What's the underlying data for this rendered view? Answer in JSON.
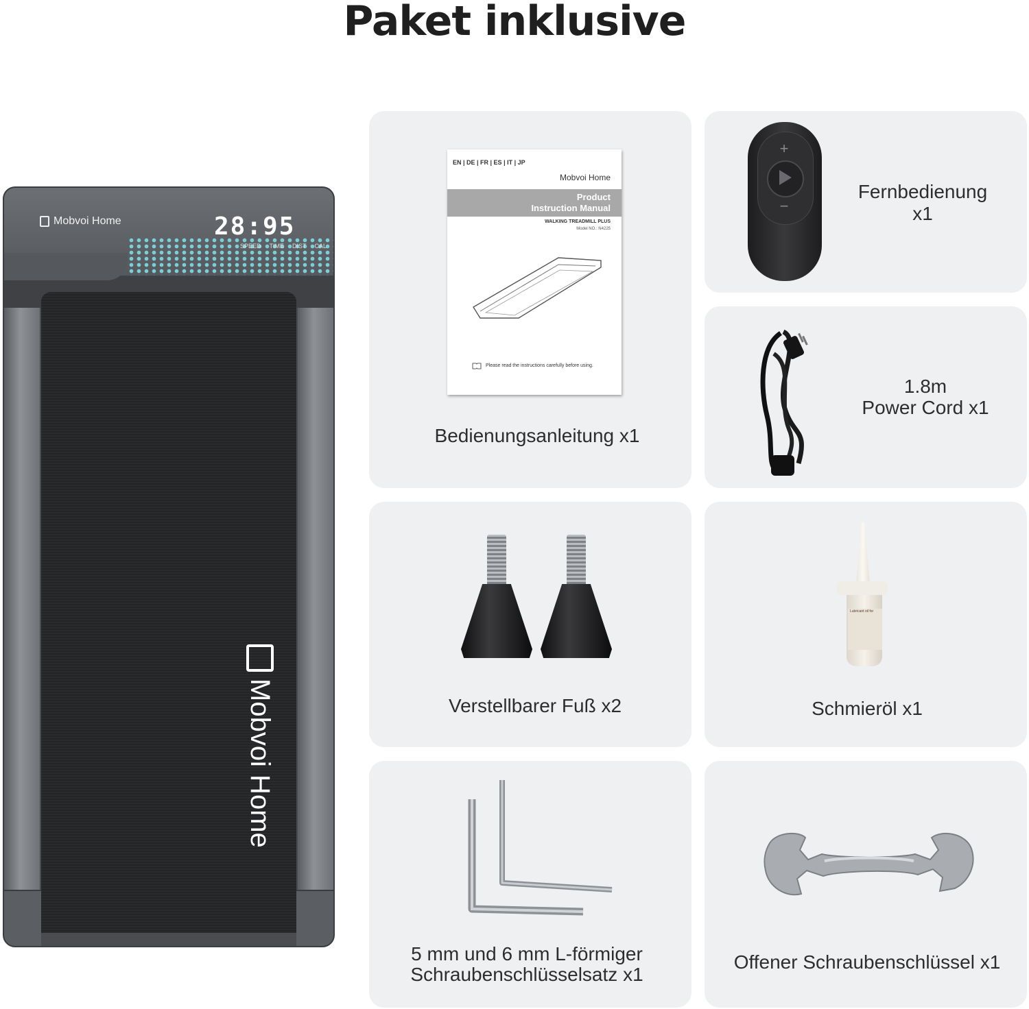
{
  "page": {
    "title": "Paket inklusive"
  },
  "treadmill": {
    "brand_console": "Mobvoi Home",
    "display_digits": "28:95",
    "indicators": [
      "SPEED",
      "TIME",
      "DIST",
      "CAL"
    ],
    "brand_belt": "Mobvoi Home"
  },
  "items": {
    "manual": {
      "label": "Bedienungsanleitung x1",
      "languages": "EN | DE | FR | ES | IT | JP",
      "brand": "Mobvoi Home",
      "title_line1": "Product",
      "title_line2": "Instruction Manual",
      "subtitle": "WALKING TREADMILL PLUS",
      "model": "Model NO.: N4225",
      "footer": "Please read the instructions carefully before using."
    },
    "remote": {
      "label_line1": "Fernbedienung",
      "label_line2": "x1"
    },
    "power_cord": {
      "label_line1": "1.8m",
      "label_line2": "Power Cord x1"
    },
    "feet": {
      "label": "Verstellbarer Fuß x2"
    },
    "oil": {
      "label": "Schmieröl x1",
      "bottle_text": "Lubricant oil for"
    },
    "allen_keys": {
      "label_line1": "5 mm und 6 mm L-förmiger",
      "label_line2": "Schraubenschlüsselsatz x1"
    },
    "wrench": {
      "label": "Offener Schraubenschlüssel x1"
    }
  },
  "colors": {
    "card_bg": "#eff0f2",
    "treadmill_frame": "#4a4c50",
    "console_accent": "#7fe3ec",
    "belt": "#262728"
  }
}
